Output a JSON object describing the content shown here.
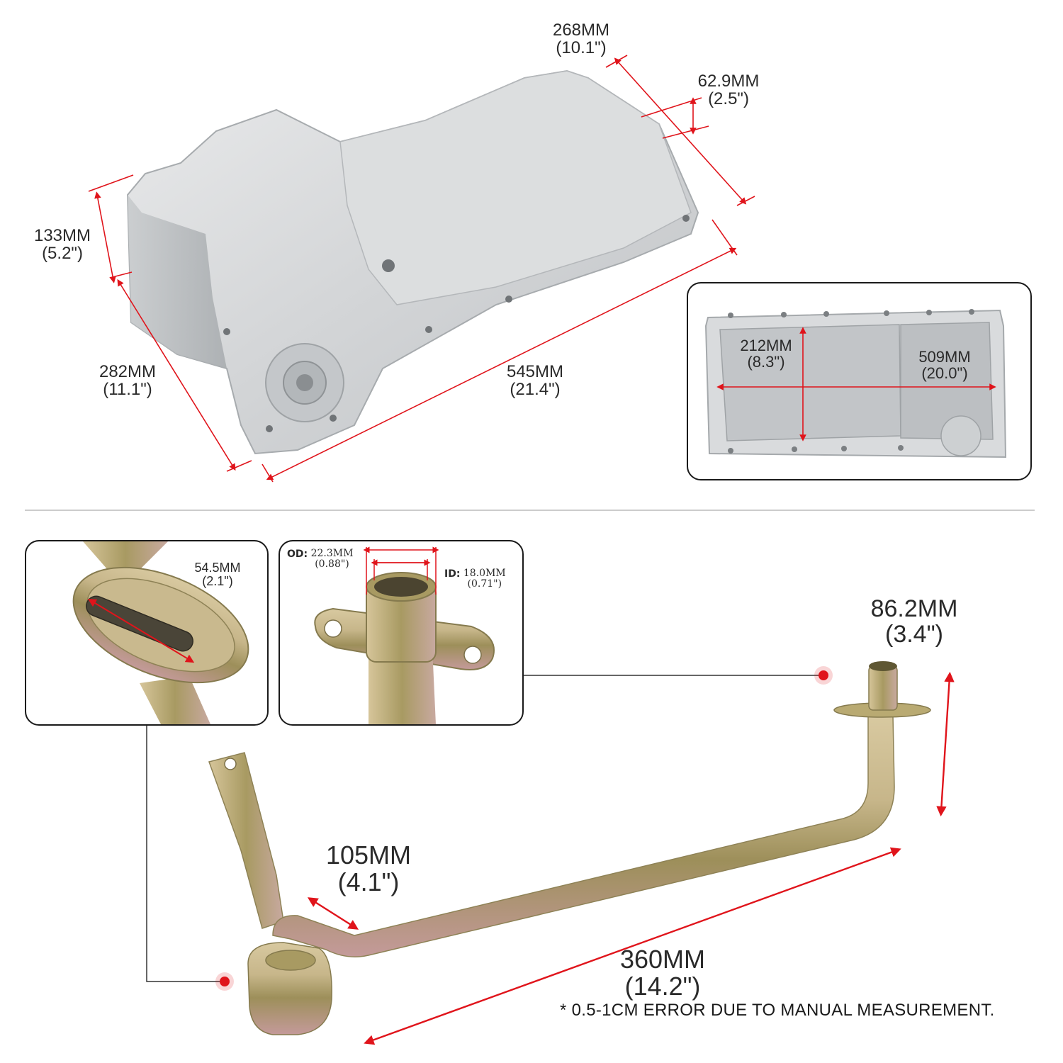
{
  "pan_dimensions": {
    "width_top": {
      "mm": "268MM",
      "in": "(10.1\")"
    },
    "flange": {
      "mm": "62.9MM",
      "in": "(2.5\")"
    },
    "height": {
      "mm": "133MM",
      "in": "(5.2\")"
    },
    "depth": {
      "mm": "282MM",
      "in": "(11.1\")"
    },
    "length": {
      "mm": "545MM",
      "in": "(21.4\")"
    }
  },
  "inside_view": {
    "width": {
      "mm": "212MM",
      "in": "(8.3\")"
    },
    "length": {
      "mm": "509MM",
      "in": "(20.0\")"
    }
  },
  "pickup_screen": {
    "mm": "54.5MM",
    "in": "(2.1\")"
  },
  "tube_end": {
    "od_prefix": "OD:",
    "od_mm": "22.3MM",
    "od_in": "(0.88\")",
    "id_prefix": "ID:",
    "id_mm": "18.0MM",
    "id_in": "(0.71\")"
  },
  "pickup_tube": {
    "riser": {
      "mm": "86.2MM",
      "in": "(3.4\")"
    },
    "offset": {
      "mm": "105MM",
      "in": "(4.1\")"
    },
    "run": {
      "mm": "360MM",
      "in": "(14.2\")"
    }
  },
  "footnote": "* 0.5-1CM ERROR DUE TO MANUAL MEASUREMENT.",
  "colors": {
    "dimension_red": "#e0141b",
    "aluminum": "#d6d8da",
    "zinc_tube": "#b8a873"
  }
}
